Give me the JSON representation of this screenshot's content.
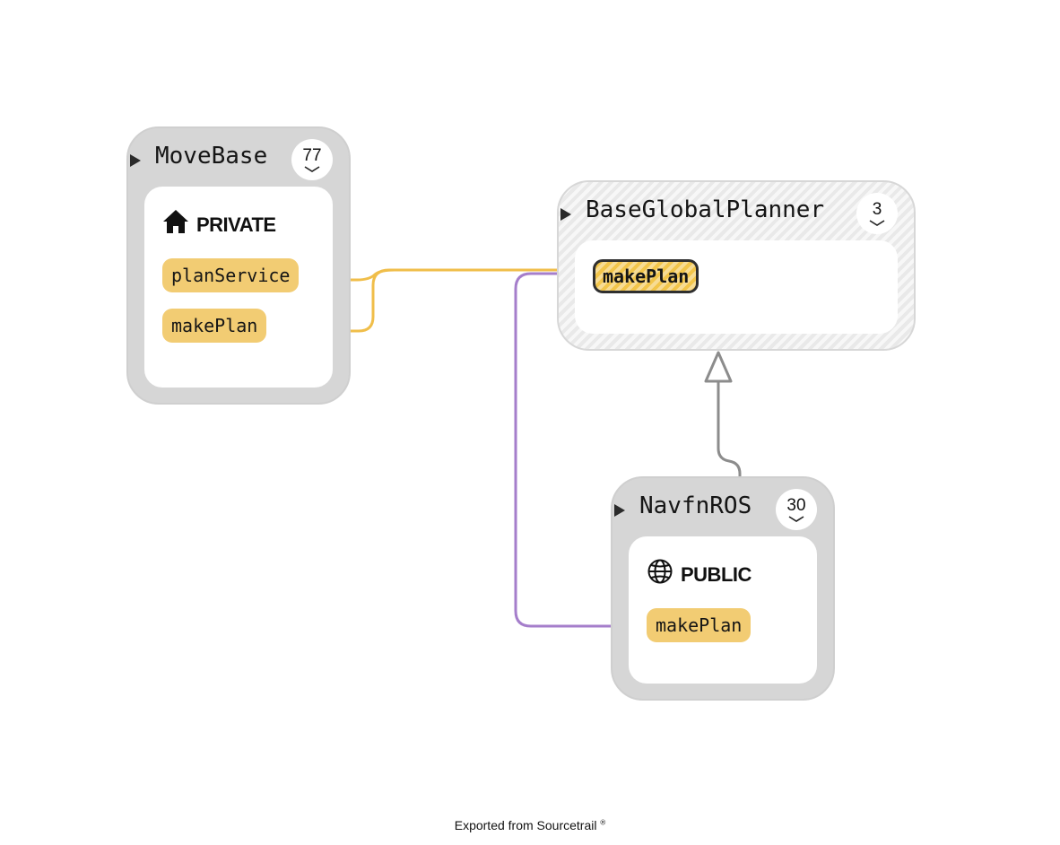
{
  "nodes": {
    "movebase": {
      "name": "MoveBase",
      "count": "77",
      "access_label": "PRIVATE",
      "access_icon": "house-icon",
      "members": [
        "planService",
        "makePlan"
      ]
    },
    "baseglobalplanner": {
      "name": "BaseGlobalPlanner",
      "count": "3",
      "members": [
        "makePlan"
      ]
    },
    "navfnros": {
      "name": "NavfnROS",
      "count": "30",
      "access_label": "PUBLIC",
      "access_icon": "globe-icon",
      "members": [
        "makePlan"
      ]
    }
  },
  "edges": [
    {
      "from": "MoveBase::planService",
      "to": "BaseGlobalPlanner::makePlan",
      "kind": "call",
      "color": "#f0be4a"
    },
    {
      "from": "MoveBase::makePlan",
      "to": "BaseGlobalPlanner::makePlan",
      "kind": "call",
      "color": "#f0be4a"
    },
    {
      "from": "NavfnROS::makePlan",
      "to": "BaseGlobalPlanner::makePlan",
      "kind": "override",
      "color": "#a57ecb"
    },
    {
      "from": "NavfnROS",
      "to": "BaseGlobalPlanner",
      "kind": "inheritance",
      "color": "#8c8c8c"
    }
  ],
  "colors": {
    "member": "#f2cc73",
    "node": "#d6d6d6",
    "call_edge": "#f0be4a",
    "override_edge": "#a57ecb",
    "inheritance_edge": "#8c8c8c"
  },
  "footer": {
    "text": "Exported from Sourcetrail",
    "mark": "®"
  }
}
